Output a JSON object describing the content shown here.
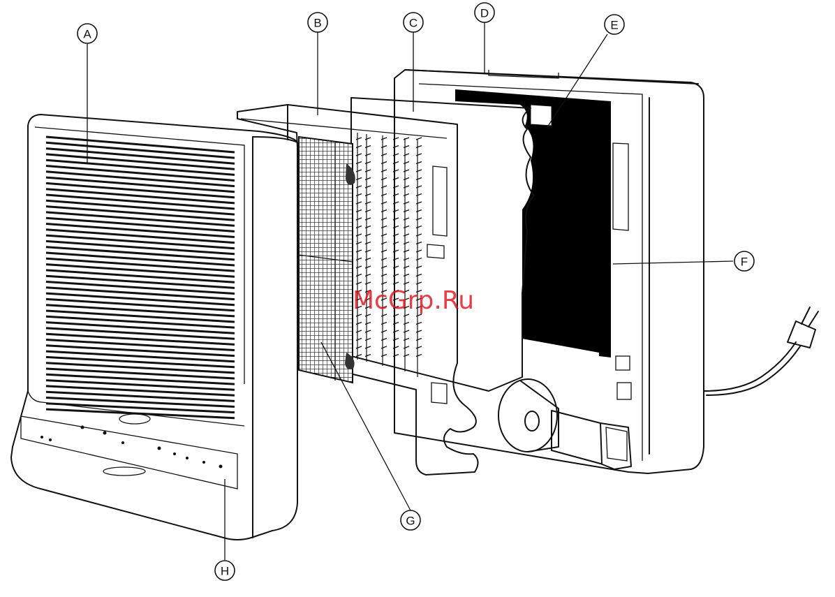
{
  "watermark": "McGrp.Ru",
  "callouts": {
    "a": "A",
    "b": "B",
    "c": "C",
    "d": "D",
    "e": "E",
    "f": "F",
    "g": "G",
    "h": "H"
  },
  "colors": {
    "line": "#111111",
    "filter_dark": "#000000",
    "watermark": "#e0141e",
    "background": "#ffffff"
  }
}
